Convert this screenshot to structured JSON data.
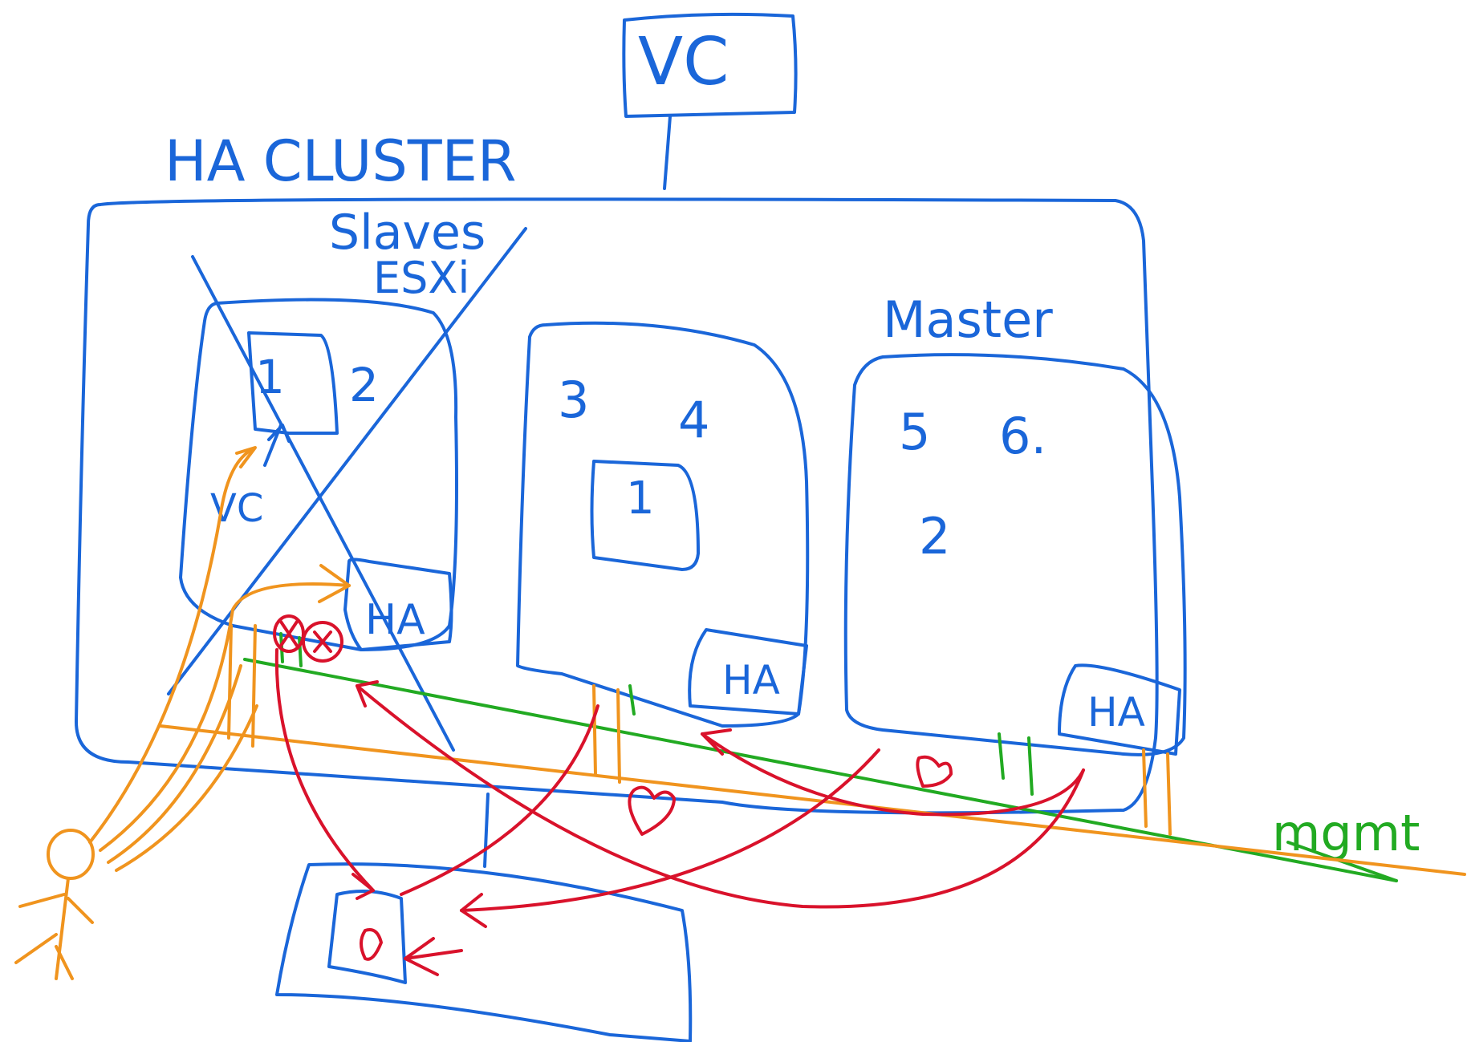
{
  "labels": {
    "vc_top": "VC",
    "cluster": "HA CLUSTER",
    "slaves": "Slaves",
    "esxi": "ESXi",
    "master": "Master",
    "vc_small": "VC",
    "mgmt": "mgmt"
  },
  "hosts": [
    {
      "vms": [
        "1",
        "2"
      ],
      "agent": "HA"
    },
    {
      "vms": [
        "3",
        "4"
      ],
      "inner_vm": "1",
      "agent": "HA"
    },
    {
      "vms": [
        "5",
        "6."
      ],
      "extra": "2",
      "agent": "HA"
    }
  ],
  "colors": {
    "blue": "#1a66d9",
    "orange": "#f0941e",
    "red": "#d9122b",
    "green": "#22aa22"
  }
}
